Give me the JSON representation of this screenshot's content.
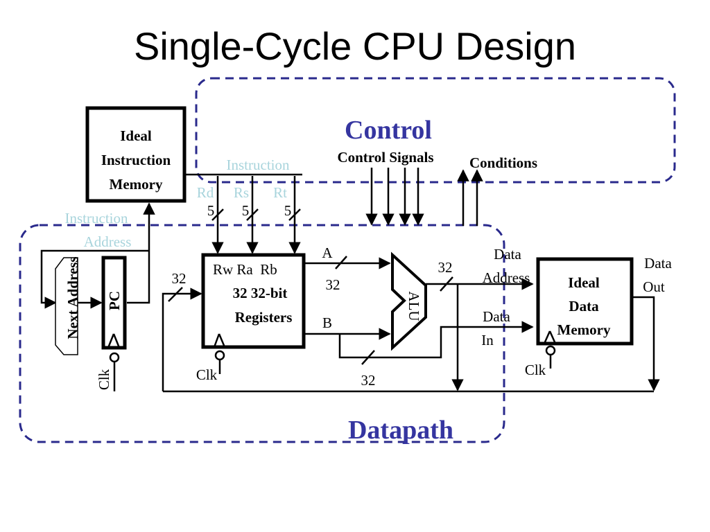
{
  "title": "Single-Cycle CPU Design",
  "control": {
    "label": "Control",
    "signals_label": "Control Signals",
    "conditions_label": "Conditions"
  },
  "datapath": {
    "label": "Datapath"
  },
  "instruction_memory": {
    "line1": "Ideal",
    "line2": "Instruction",
    "line3": "Memory"
  },
  "instruction_label": "Instruction",
  "fields": {
    "rd": "Rd",
    "rs": "Rs",
    "rt": "Rt"
  },
  "field_width": "5",
  "instruction_address": {
    "line1": "Instruction",
    "line2": "Address"
  },
  "next_address": "Next Address",
  "pc": "PC",
  "clk": "Clk",
  "bus32": "32",
  "registers": {
    "ports": "Rw Ra  Rb",
    "line1": "32 32-bit",
    "line2": "Registers"
  },
  "alu": {
    "label": "ALU",
    "a": "A",
    "b": "B"
  },
  "data_address": {
    "line1": "Data",
    "line2": "Address"
  },
  "data_in": {
    "line1": "Data",
    "line2": "In"
  },
  "data_out": {
    "line1": "Data",
    "line2": "Out"
  },
  "data_memory": {
    "line1": "Ideal",
    "line2": "Data",
    "line3": "Memory"
  },
  "colors": {
    "accent": "#3535a0",
    "muted_label": "#a8d4dc",
    "line": "#000000"
  }
}
